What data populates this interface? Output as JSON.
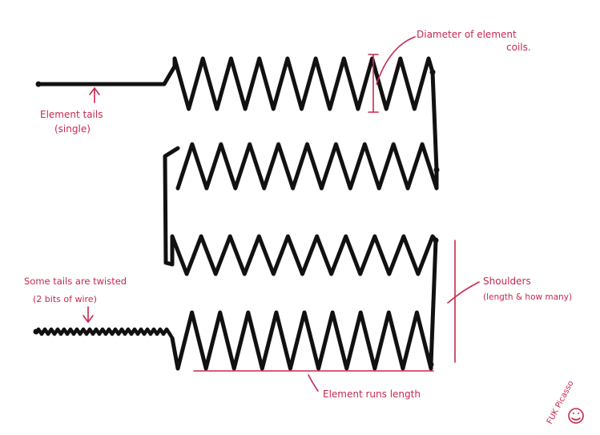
{
  "diagram": {
    "labels": {
      "element_tails_line1": "Element tails",
      "element_tails_line2": "(single)",
      "diameter_line1": "Diameter of element",
      "diameter_line2": "coils.",
      "twisted_line1": "Some tails are twisted",
      "twisted_line2": "(2 bits of wire)",
      "shoulders_line1": "Shoulders",
      "shoulders_line2": "(length & how many)",
      "runs_length": "Element runs length",
      "signature": "FUK Picasso"
    },
    "colors": {
      "ink": "#111111",
      "annotation": "#c8284e",
      "paper": "#ffffff"
    },
    "rows": [
      {
        "name": "coil-row-1",
        "peaks": 9
      },
      {
        "name": "coil-row-2",
        "peaks": 9
      },
      {
        "name": "coil-row-3",
        "peaks": 9
      },
      {
        "name": "coil-row-4",
        "peaks": 9
      }
    ]
  }
}
